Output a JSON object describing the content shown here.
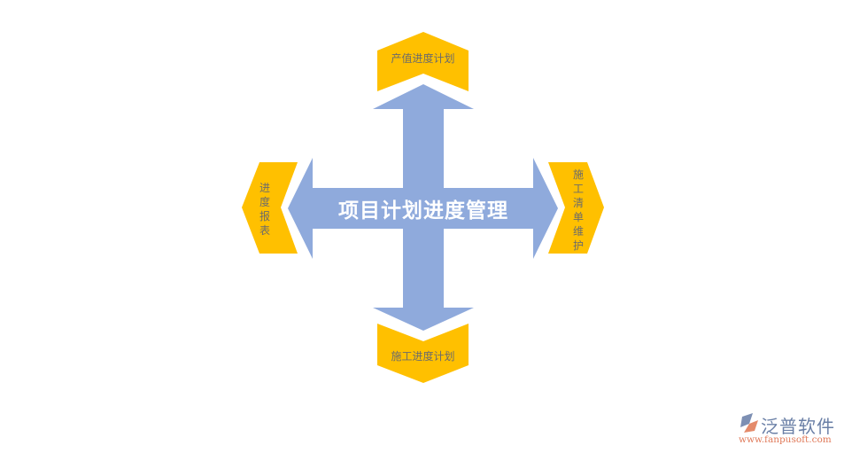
{
  "center": {
    "title": "项目计划进度管理"
  },
  "nodes": {
    "top": "产值进度计划",
    "bottom": "施工进度计划",
    "left": "进度报表",
    "right": "施工清单维护"
  },
  "colors": {
    "arrow": "#8faadc",
    "chevron": "#ffc000",
    "label": "#6b6b6b"
  },
  "logo": {
    "name": "泛普软件",
    "url": "www.fanpusoft.com"
  }
}
